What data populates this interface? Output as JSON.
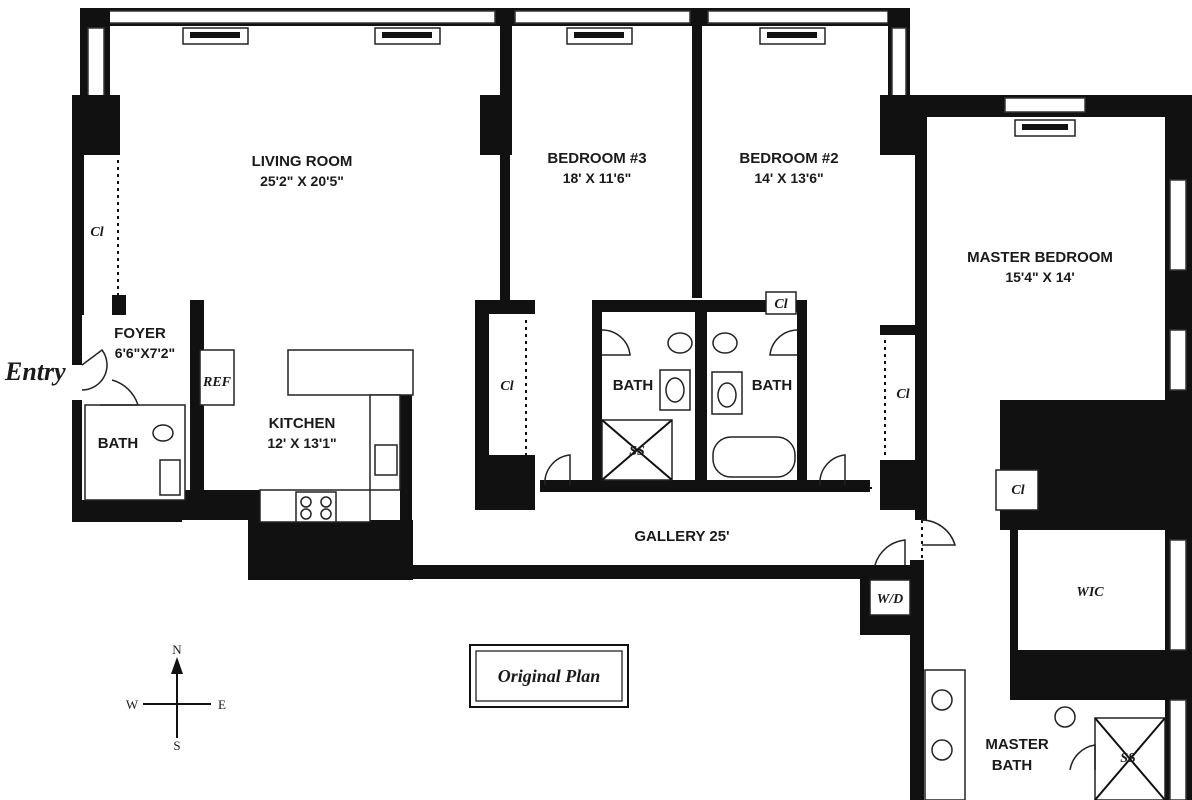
{
  "rooms": {
    "living": {
      "name": "LIVING ROOM",
      "dims": "25'2\" X 20'5\""
    },
    "bed3": {
      "name": "BEDROOM #3",
      "dims": "18' X 11'6\""
    },
    "bed2": {
      "name": "BEDROOM #2",
      "dims": "14' X 13'6\""
    },
    "master": {
      "name": "MASTER BEDROOM",
      "dims": "15'4\" X 14'"
    },
    "foyer": {
      "name": "FOYER",
      "dims": "6'6\"X7'2\""
    },
    "kitchen": {
      "name": "KITCHEN",
      "dims": "12' X 13'1\""
    },
    "bath_foyer": {
      "name": "BATH"
    },
    "bath_left": {
      "name": "BATH"
    },
    "bath_right": {
      "name": "BATH"
    },
    "gallery": {
      "name": "GALLERY 25'"
    },
    "master_bath": {
      "line1": "MASTER",
      "line2": "BATH"
    }
  },
  "labels": {
    "entry": "Entry",
    "closet": "Cl",
    "ref": "REF",
    "shower": "SS",
    "washer_dryer": "W/D",
    "wic": "WIC",
    "plan_label": "Original Plan"
  },
  "compass": {
    "n": "N",
    "s": "S",
    "e": "E",
    "w": "W"
  }
}
